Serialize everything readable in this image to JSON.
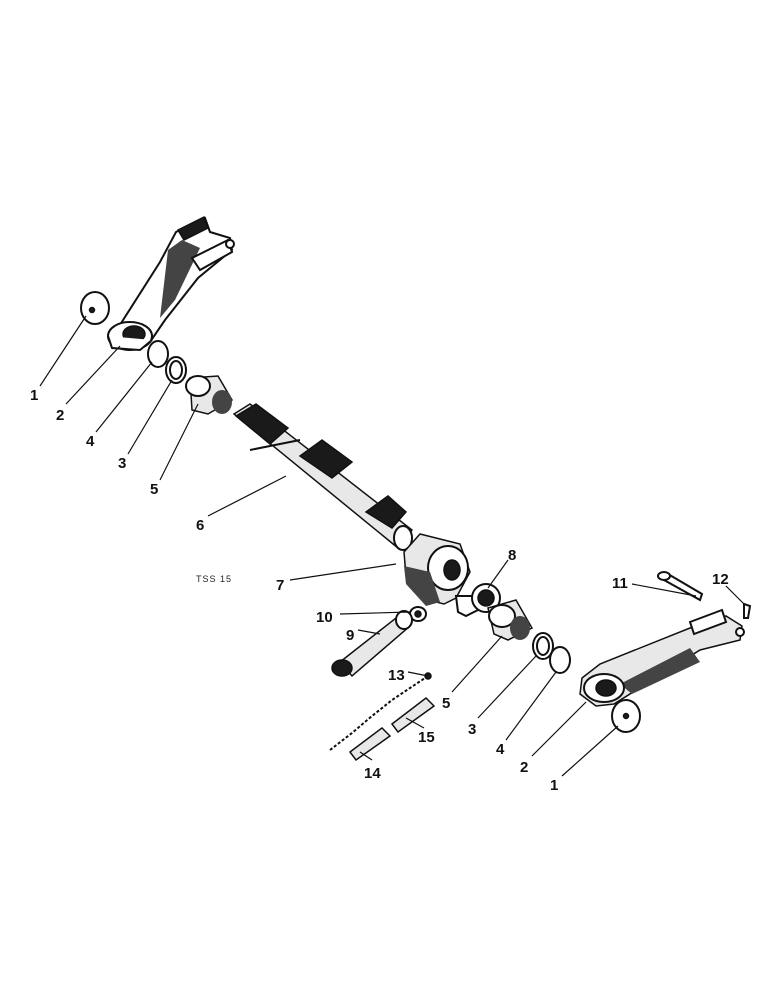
{
  "drawing_code": "TSS 15",
  "callouts": [
    {
      "id": "c1a",
      "label": "1"
    },
    {
      "id": "c2a",
      "label": "2"
    },
    {
      "id": "c4a",
      "label": "4"
    },
    {
      "id": "c3a",
      "label": "3"
    },
    {
      "id": "c5a",
      "label": "5"
    },
    {
      "id": "c6",
      "label": "6"
    },
    {
      "id": "c7",
      "label": "7"
    },
    {
      "id": "c8",
      "label": "8"
    },
    {
      "id": "c10",
      "label": "10"
    },
    {
      "id": "c9",
      "label": "9"
    },
    {
      "id": "c13",
      "label": "13"
    },
    {
      "id": "c15",
      "label": "15"
    },
    {
      "id": "c14",
      "label": "14"
    },
    {
      "id": "c5b",
      "label": "5"
    },
    {
      "id": "c3b",
      "label": "3"
    },
    {
      "id": "c4b",
      "label": "4"
    },
    {
      "id": "c2b",
      "label": "2"
    },
    {
      "id": "c1b",
      "label": "1"
    },
    {
      "id": "c11",
      "label": "11"
    },
    {
      "id": "c12",
      "label": "12"
    }
  ]
}
